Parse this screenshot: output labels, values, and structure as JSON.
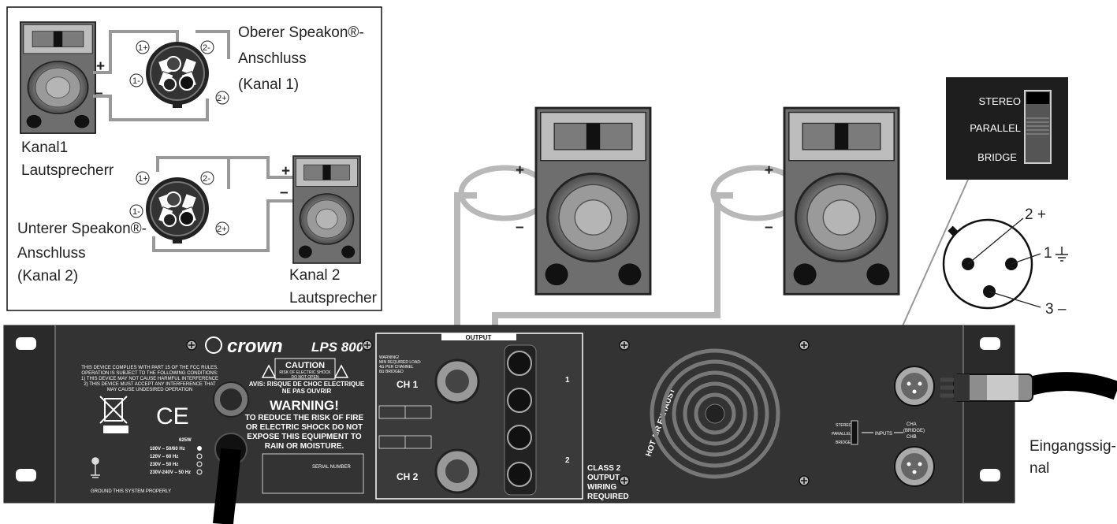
{
  "inset": {
    "upper_connector_label": [
      "Oberer Speakon®-",
      "Anschluss",
      "(Kanal 1)"
    ],
    "lower_connector_label": [
      "Unterer Speakon®-",
      "Anschluss",
      "(Kanal 2)"
    ],
    "ch1_speaker_label": [
      "Kanal1",
      "Lautsprecherr"
    ],
    "ch2_speaker_label": [
      "Kanal 2",
      "Lautsprecher"
    ],
    "pins": [
      "1+",
      "1-",
      "2-",
      "2+"
    ],
    "plus": "+",
    "minus": "–"
  },
  "speakers": {
    "plus": "+",
    "minus": "–"
  },
  "switch": {
    "options": [
      "STEREO",
      "PARALLEL",
      "BRIDGE"
    ]
  },
  "xlr": {
    "pin2": "2 +",
    "pin1": "1",
    "pin3": "3 –"
  },
  "input_label": [
    "Eingangssig-",
    "nal"
  ],
  "amp": {
    "brand": "crown",
    "model": "LPS 800",
    "fcc": [
      "THIS DEVICE COMPLIES WITH PART 15 OF THE FCC RULES.",
      "OPERATION IS SUBJECT TO THE FOLLOWING CONDITIONS:",
      "1) THIS DEVICE MAY NOT CAUSE HARMFUL INTERFERENCE",
      "2) THIS DEVICE MUST ACCEPT ANY INTERFERENCE THAT",
      "MAY CAUSE UNDESIRED OPERATION"
    ],
    "ce": "CE",
    "ground": "GROUND THIS SYSTEM PROPERLY",
    "caution_title": "CAUTION",
    "caution_lines": [
      "RISK OF ELECTRIC SHOCK",
      "DO NOT OPEN"
    ],
    "avis_lines": [
      "AVIS: RISQUE DE CHOC ELECTRIQUE",
      "NE PAS OUVRIR"
    ],
    "warning_title": "WARNING!",
    "warning_lines": [
      "TO REDUCE THE RISK OF FIRE",
      "OR ELECTRIC SHOCK DO NOT",
      "EXPOSE THIS EQUIPMENT TO",
      "RAIN OR MOISTURE."
    ],
    "power": "625W",
    "voltages": [
      "100V – 50/60 Hz",
      "120V – 60 Hz",
      "230V – 50 Hz",
      "230V-240V – 50 Hz"
    ],
    "serial": "SERIAL NUMBER",
    "output": "OUTPUT",
    "min_load": [
      "WARNING!",
      "MIN REQUIRED LOAD:",
      "4Ω PER CHANNEL",
      "8Ω BRIDGED"
    ],
    "ch1": "CH 1",
    "ch2": "CH 2",
    "class2": [
      "CLASS 2",
      "OUTPUT",
      "WIRING",
      "REQUIRED"
    ],
    "exhaust": "HOT AIR EXHAUST",
    "sw_labels": [
      "STEREO",
      "PARALLEL",
      "BRIDGE"
    ],
    "inputs": "INPUTS",
    "cha": "CHA",
    "bridge": "(BRIDGE)",
    "chb": "CHB",
    "post_nums": [
      "1",
      "2"
    ]
  }
}
